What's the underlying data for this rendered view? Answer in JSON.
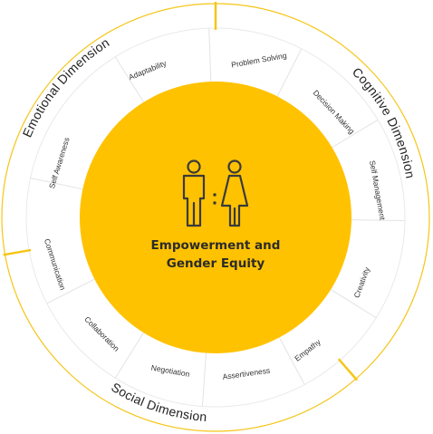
{
  "center": {
    "title_line1": "Empowerment and",
    "title_line2": "Gender Equity",
    "icon": "man-woman-icon"
  },
  "segments": [
    "Problem Solving",
    "Decision Making",
    "Self Management",
    "Creativity",
    "Empathy",
    "Assertiveness",
    "Negotiation",
    "Collaboration",
    "Communication",
    "Self Awareness",
    "Adaptability"
  ],
  "dimensions": [
    "Cognitive Dimension",
    "Social Dimension",
    "Emotional Dimension"
  ],
  "colors": {
    "accent": "#FFC200",
    "line": "#F5C518",
    "icon": "#3a3a3a"
  }
}
